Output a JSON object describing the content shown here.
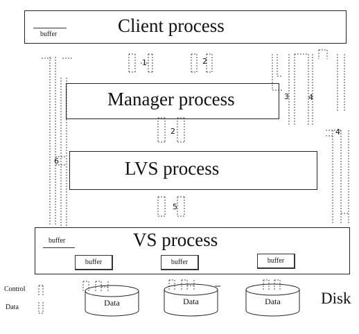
{
  "processes": {
    "client": "Client process",
    "manager": "Manager process",
    "lvs": "LVS process",
    "vs": "VS process"
  },
  "buffers": {
    "client": "buffer",
    "vs_left": "buffer",
    "vs_1": "buffer",
    "vs_2": "buffer",
    "vs_3": "buffer"
  },
  "channels": {
    "c1": "1",
    "c2_top": "2",
    "c3": "3",
    "c4_top": "4",
    "c2_mid": "2",
    "c4_right": "4",
    "c5": "5",
    "c6": "6"
  },
  "legend": {
    "control": "Control",
    "data": "Data"
  },
  "disks": {
    "label": "Disk",
    "items": [
      "Data",
      "Data",
      "Data"
    ]
  }
}
